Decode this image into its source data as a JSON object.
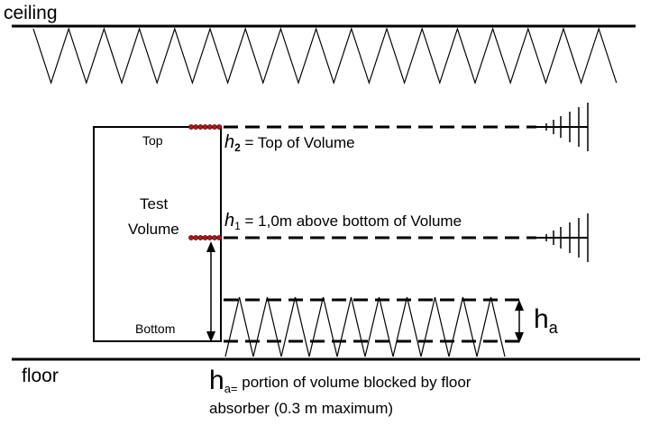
{
  "labels": {
    "ceiling": "ceiling",
    "floor": "floor",
    "top": "Top",
    "test": "Test",
    "volume": "Volume",
    "bottom": "Bottom"
  },
  "h2": {
    "sym": "h",
    "sub": "2",
    "text": " = Top of Volume"
  },
  "h1": {
    "sym": "h",
    "sub": "1",
    "text": " = 1,0m above bottom of Volume"
  },
  "ha": {
    "sym": "h",
    "sub": "a"
  },
  "note": {
    "sym": "h",
    "sub": "a=",
    "line1": " portion of volume blocked by floor",
    "line2": "absorber (0.3 m maximum)"
  },
  "colors": {
    "line": "#000000",
    "dots": "#b01818"
  },
  "icons": {
    "antenna": "log-periodic-antenna-icon",
    "absorber": "pyramidal-absorber"
  }
}
